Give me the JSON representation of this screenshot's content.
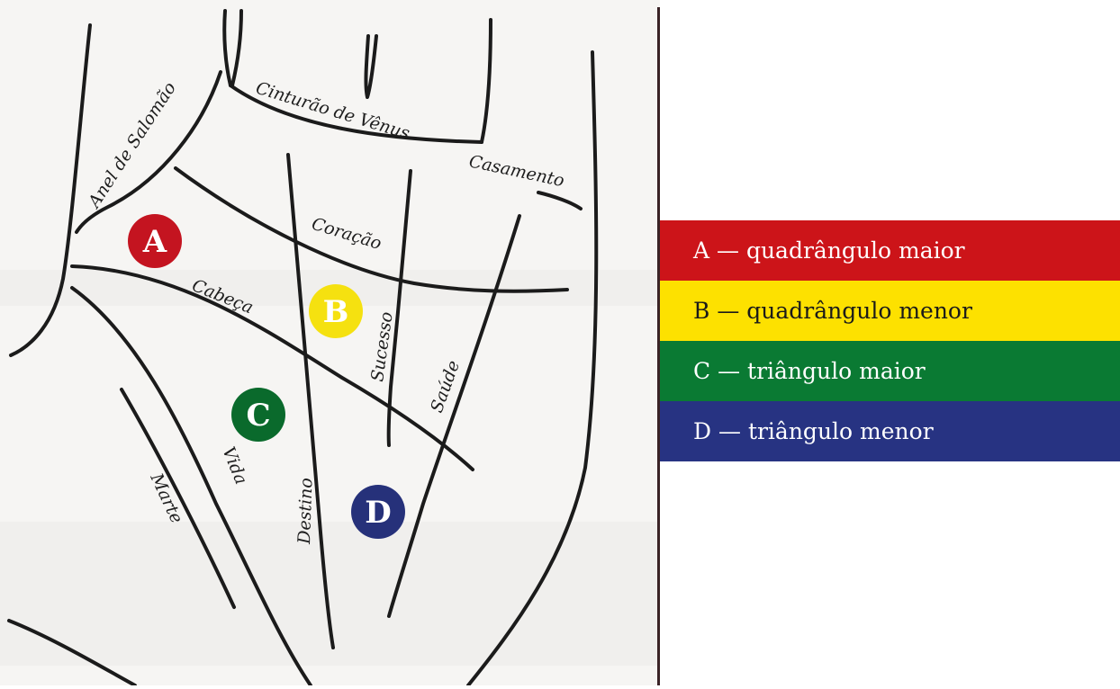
{
  "palm": {
    "line_labels": {
      "anel": "Anel de Salomão",
      "cinturao": "Cinturão de Vênus",
      "casamento": "Casamento",
      "coracao": "Coração",
      "cabeca": "Cabeça",
      "sucesso": "Sucesso",
      "saude": "Saúde",
      "vida": "Vida",
      "destino": "Destino",
      "marte": "Marte"
    },
    "markers": [
      {
        "letter": "A",
        "color": "#c41420"
      },
      {
        "letter": "B",
        "color": "#f5e110"
      },
      {
        "letter": "C",
        "color": "#0a6a2c"
      },
      {
        "letter": "D",
        "color": "#26317a"
      }
    ]
  },
  "legend": {
    "items": [
      {
        "text": "A — quadrângulo maior",
        "color": "#cc1419"
      },
      {
        "text": "B — quadrângulo menor",
        "color": "#fde100"
      },
      {
        "text": "C — triângulo maior",
        "color": "#0a7a33"
      },
      {
        "text": "D — triângulo menor",
        "color": "#273382"
      }
    ]
  }
}
